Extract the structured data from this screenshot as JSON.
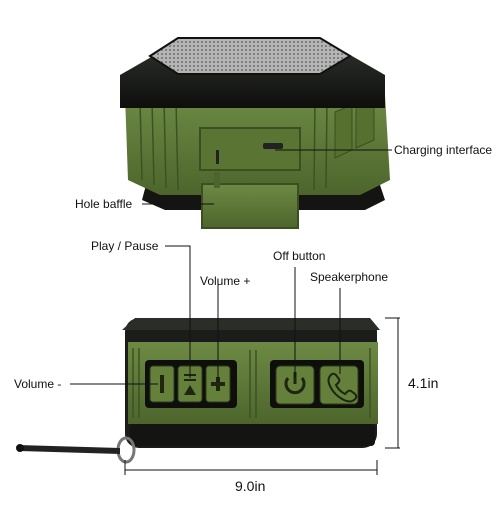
{
  "labels": {
    "charging_interface": "Charging interface",
    "hole_baffle": "Hole baffle",
    "play_pause": "Play / Pause",
    "volume_plus": "Volume +",
    "off_button": "Off button",
    "speakerphone": "Speakerphone",
    "volume_minus": "Volume -"
  },
  "dimensions": {
    "height": "4.1in",
    "width": "9.0in"
  },
  "colors": {
    "body_black": "#1b1d1a",
    "rubber_green": "#5f7a3a",
    "green_dark": "#435a26",
    "grille": "#9a9a9a"
  },
  "icons": [
    "volume-minus-icon",
    "play-pause-icon",
    "volume-plus-icon",
    "power-icon",
    "phone-icon"
  ]
}
